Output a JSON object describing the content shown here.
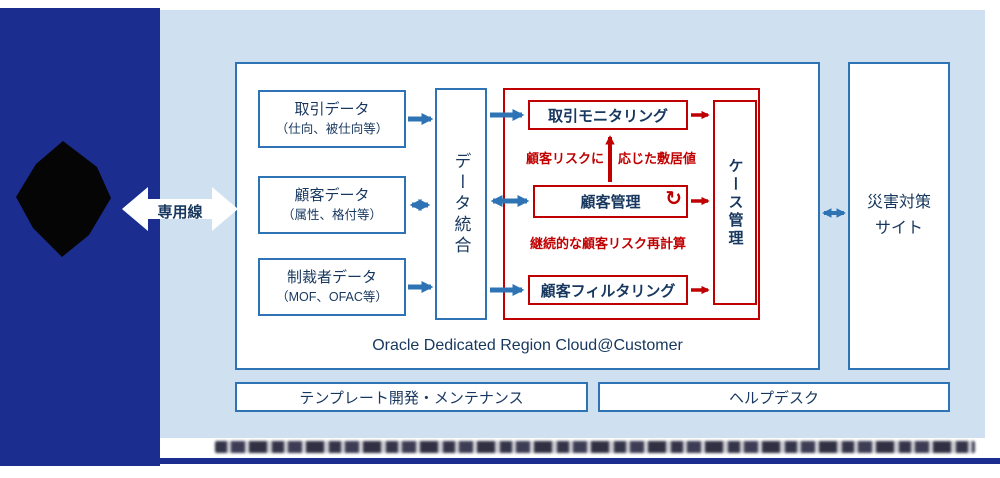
{
  "colors": {
    "navy_band": "#1b2e90",
    "panel_blue": "#cfe0f1",
    "border_blue": "#2e74b5",
    "text_navy": "#17375e",
    "accent_red": "#c00000"
  },
  "dedicated_line_label": "専用線",
  "data_sources": [
    {
      "title": "取引データ",
      "subtitle": "（仕向、被仕向等）"
    },
    {
      "title": "顧客データ",
      "subtitle": "（属性、格付等）"
    },
    {
      "title": "制裁者データ",
      "subtitle": "（MOF、OFAC等）"
    }
  ],
  "integration_label": "データ統合",
  "modules": {
    "transaction_monitoring": "取引モニタリング",
    "customer_management": "顧客管理",
    "customer_filtering": "顧客フィルタリング",
    "case_management": "ケース管理",
    "recalc_icon": "↻"
  },
  "notes": {
    "threshold_left": "顧客リスクに",
    "threshold_right": "応じた敷居値",
    "recalculation": "継続的な顧客リスク再計算"
  },
  "platform_label": "Oracle Dedicated Region Cloud@Customer",
  "dr_site_label": "災害対策サイト",
  "footer": {
    "left": "テンプレート開発・メンテナンス",
    "right": "ヘルプデスク"
  }
}
